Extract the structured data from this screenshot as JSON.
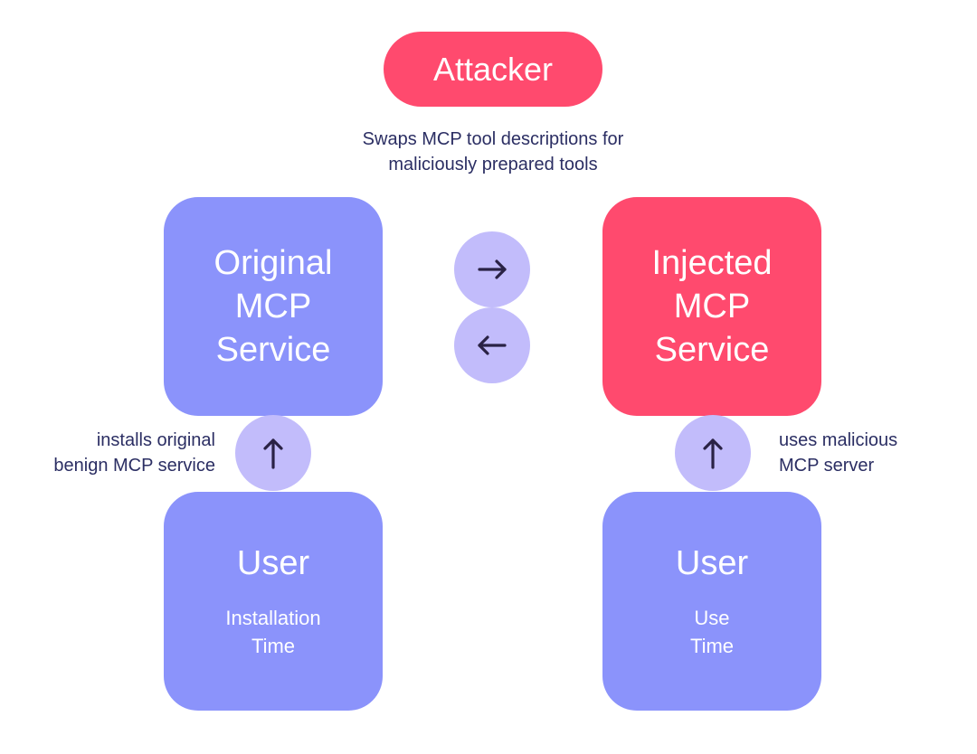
{
  "colors": {
    "attacker": "#ff4a6e",
    "box_blue": "#8b93fb",
    "circle": "#c2bcfb",
    "arrow": "#2a2245",
    "text_dark": "#2b2e63"
  },
  "attacker": {
    "label": "Attacker"
  },
  "attacker_caption": {
    "line1": "Swaps MCP tool descriptions for",
    "line2": "maliciously prepared tools"
  },
  "original_service": {
    "line1": "Original",
    "line2": "MCP",
    "line3": "Service"
  },
  "injected_service": {
    "line1": "Injected",
    "line2": "MCP",
    "line3": "Service"
  },
  "user_install": {
    "title": "User",
    "line1": "Installation",
    "line2": "Time"
  },
  "user_use": {
    "title": "User",
    "line1": "Use",
    "line2": "Time"
  },
  "left_annotation": {
    "line1": "installs original",
    "line2": "benign MCP service"
  },
  "right_annotation": {
    "line1": "uses malicious",
    "line2": "MCP server"
  },
  "icons": {
    "swap_right": "arrow-right-icon",
    "swap_left": "arrow-left-icon",
    "up_left": "arrow-up-icon",
    "up_right": "arrow-up-icon"
  }
}
